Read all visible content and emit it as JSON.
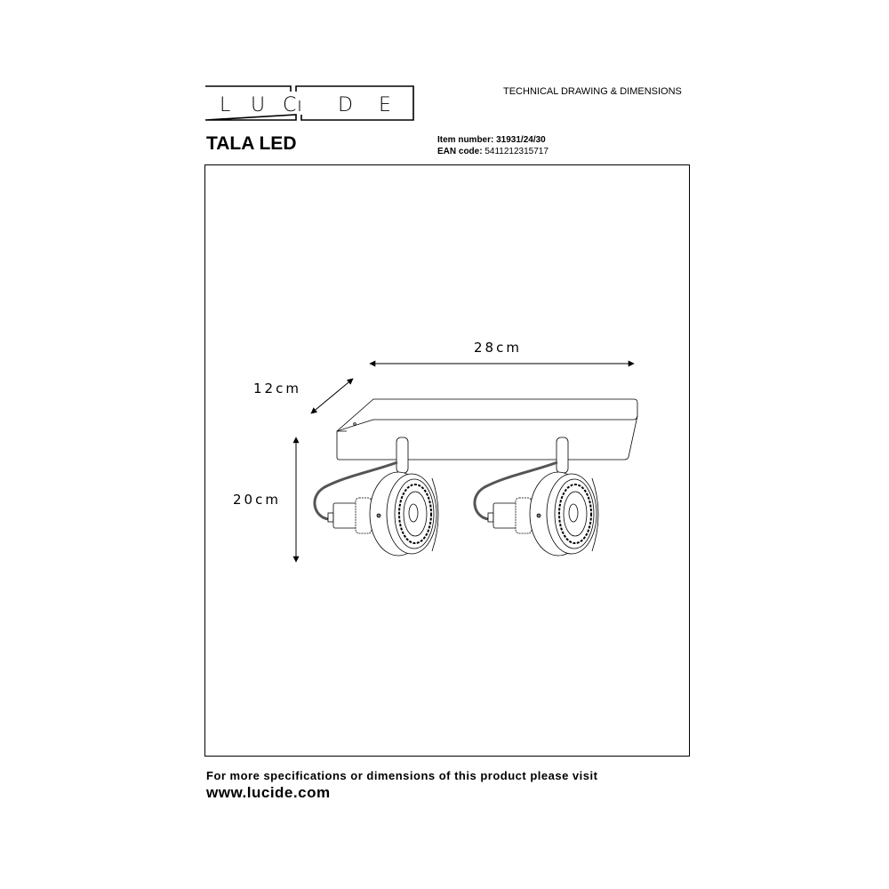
{
  "header": {
    "brand": "LUCIDE",
    "subtitle": "TECHNICAL DRAWING & DIMENSIONS"
  },
  "product": {
    "name": "TALA LED",
    "item_number_label": "Item number:",
    "item_number": "31931/24/30",
    "ean_label": "EAN code:",
    "ean": "5411212315717"
  },
  "dimensions": {
    "width": "28cm",
    "depth": "12cm",
    "height": "20cm"
  },
  "footer": {
    "line1": "For more specifications or dimensions of this product please visit",
    "url": "www.lucide.com"
  }
}
